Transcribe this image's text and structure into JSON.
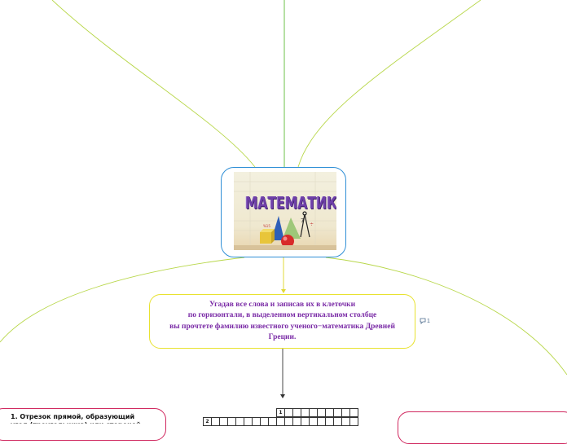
{
  "central_topic": {
    "image_title": "МАТЕМАТИКА",
    "image_icons": [
      "cube-icon",
      "cone-icon",
      "sphere-icon",
      "compass-icon"
    ]
  },
  "instruction_node": {
    "lines": [
      "Угадав все слова и записав их в клеточки",
      "по горизонтали, в выделенном вертикальном столбце",
      "вы прочтете фамилию известного ученого−математика Древней",
      "Греции."
    ]
  },
  "comment_badge": {
    "icon": "comment-icon",
    "count": "1"
  },
  "left_branch": {
    "line1": "1. Отрезок прямой, образующий",
    "line2": "угол (треугольника) или стороной"
  },
  "crossword": {
    "row1_number": "1",
    "row2_number": "2"
  },
  "colors": {
    "central_border": "#2f8fd6",
    "instruction_border": "#e8e230",
    "instruction_text": "#7a2ba6",
    "branch_border": "#d0285f",
    "connector": "#a8cc3a"
  }
}
